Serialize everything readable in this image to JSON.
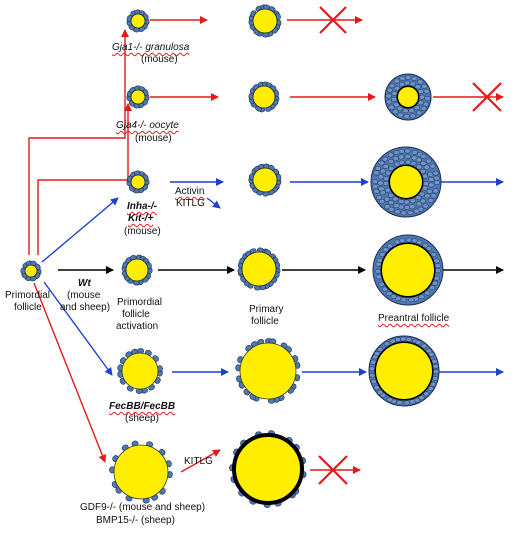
{
  "labels": {
    "gja1": "Gja1-/- granulosa",
    "gja1_species": "(mouse)",
    "gja4": "Gja4-/- oocyte",
    "gja4_species": "(mouse)",
    "inha": "Inha-/-",
    "kit": "Kit-/+",
    "inha_species": "(mouse)",
    "activin": "Activin",
    "kitlg_a": "KITLG",
    "primordial_1": "Primordial",
    "primordial_2": "follicle",
    "wt": "Wt",
    "wt_species_1": "(mouse",
    "wt_species_2": "and sheep)",
    "activation_1": "Primordial",
    "activation_2": "follicle",
    "activation_3": "activation",
    "primary_1": "Primary",
    "primary_2": "follicle",
    "preantral": "Preantral follicle",
    "fecbb": "FecBB/FecBB",
    "fecbb_species": "(sheep)",
    "kitlg_b": "KITLG",
    "gdf9": "GDF9-/- (mouse and sheep)",
    "bmp15": "BMP15-/- (sheep)"
  },
  "colors": {
    "oocyte": "#ffee00",
    "granulosa": "#4d78b0",
    "red_arrow": "#e41a1a",
    "blue_arrow": "#1f3fd1",
    "black_arrow": "#000000"
  }
}
